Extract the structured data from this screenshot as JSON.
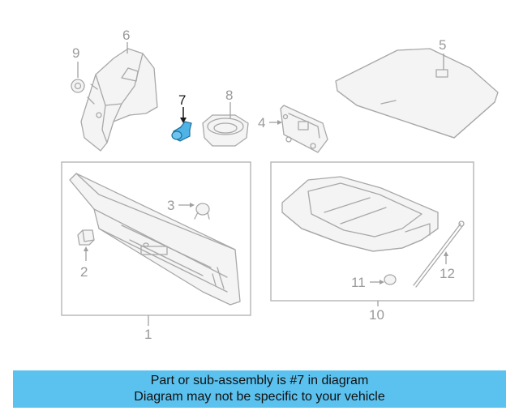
{
  "labels": {
    "p1": "1",
    "p2": "2",
    "p3": "3",
    "p4": "4",
    "p5": "5",
    "p6": "6",
    "p7": "7",
    "p8": "8",
    "p9": "9",
    "p10": "10",
    "p11": "11",
    "p12": "12"
  },
  "banner": {
    "line1": "Part or sub-assembly is #7 in diagram",
    "line2": "Diagram may not be specific to your vehicle"
  },
  "colors": {
    "banner_bg": "#5bc1ee",
    "highlight_part": "#4fb3e6",
    "line_art": "#a8a8a8"
  }
}
